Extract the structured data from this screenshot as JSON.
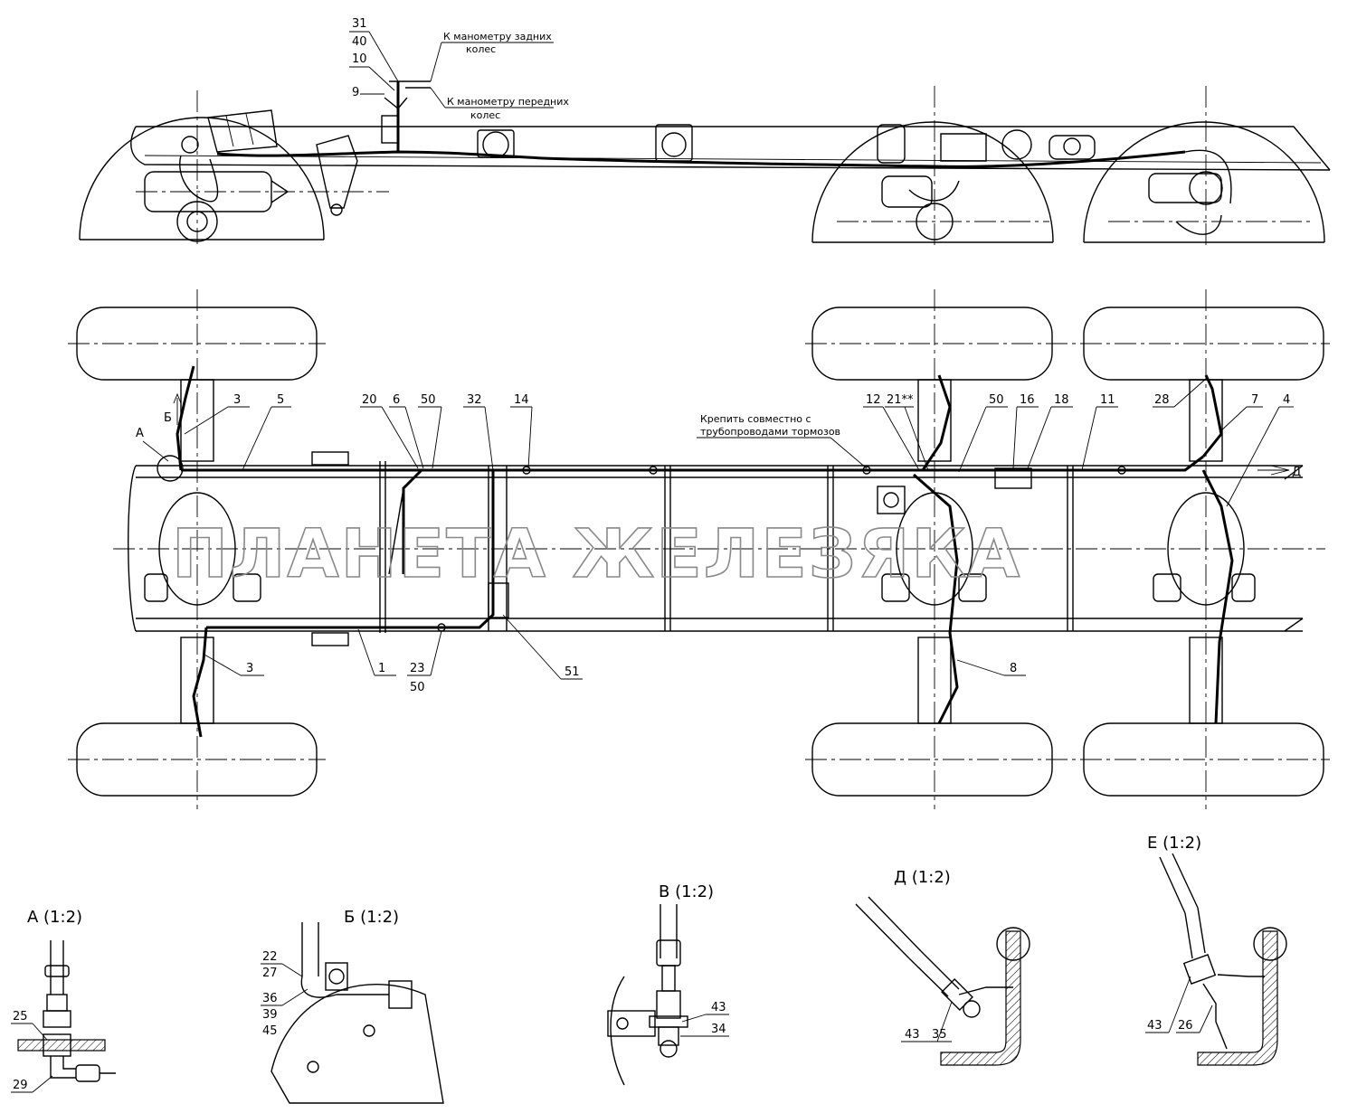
{
  "notes": {
    "rear_gauge": [
      "К манометру задних",
      "колес"
    ],
    "front_gauge": [
      "К манометру передних",
      "колес"
    ],
    "fasten": [
      "Крепить совместно с",
      "трубопроводами тормозов"
    ]
  },
  "watermark": "ПЛАНЕТА ЖЕЛЕЗЯКА",
  "side_callouts": [
    "31",
    "40",
    "10",
    "9"
  ],
  "plan_callouts": {
    "A": "А",
    "B": "Б",
    "c3a": "3",
    "c5": "5",
    "c20": "20",
    "c6": "6",
    "c50a": "50",
    "c32": "32",
    "c14": "14",
    "c12": "12",
    "c21": "21**",
    "c50b": "50",
    "c16": "16",
    "c18": "18",
    "c11": "11",
    "c28": "28",
    "c7": "7",
    "c4": "4",
    "c3b": "3",
    "c1": "1",
    "c23": "23",
    "c50c": "50",
    "c51": "51",
    "c8": "8",
    "D": "Д"
  },
  "details": {
    "A": {
      "title": "А (1:2)",
      "labels": [
        "25",
        "29"
      ]
    },
    "B": {
      "title": "Б (1:2)",
      "labels": [
        "22",
        "27",
        "36",
        "39",
        "45"
      ]
    },
    "V": {
      "title": "В (1:2)",
      "labels": [
        "43",
        "34"
      ]
    },
    "D": {
      "title": "Д (1:2)",
      "labels": [
        "43",
        "35"
      ]
    },
    "E": {
      "title": "Е (1:2)",
      "labels": [
        "43",
        "26"
      ]
    }
  }
}
